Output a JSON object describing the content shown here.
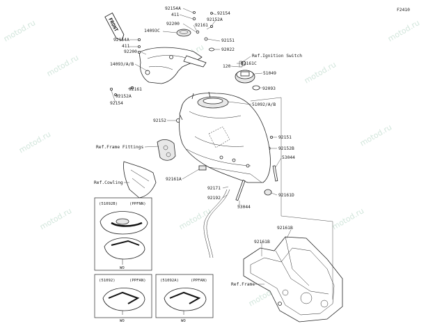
{
  "diagram": {
    "code": "F2410",
    "front_tag": "FRONT",
    "watermark": "motod.ru"
  },
  "labels": {
    "p92154A_top": "92154A",
    "p411_top": "411",
    "p92154_top": "92154",
    "p92152A_top": "92152A",
    "p92200_top": "92200",
    "p92161_top": "92161",
    "p14093C": "14093C",
    "p92154A_left": "92154A",
    "p411_left": "411",
    "p92200_left": "92200",
    "p92151_top": "92151",
    "p92022": "92022",
    "ref_ignition": "Ref.Ignition Switch",
    "p92161C": "92161C",
    "p120": "120",
    "p51049": "51049",
    "p92093": "92093",
    "p14093AB": "14093/A/B",
    "p92161_left": "92161",
    "p92152A_left": "92152A",
    "p92154_left": "92154",
    "p51092AB": "51092/A/B",
    "p92152_mid": "92152",
    "ref_frame_fittings": "Ref.Frame Fittings",
    "p92151_right": "92151",
    "p92152B": "92152B",
    "p53044_right": "53044",
    "ref_cowling": "Ref.Cowling",
    "p92161A": "92161A",
    "p92171": "92171",
    "p92192": "92192",
    "p92161D": "92161D",
    "p53044_mid": "53044",
    "p92161B_right": "92161B",
    "p92161B_mid": "92161B",
    "ref_frame": "Ref.Frame"
  },
  "insets": [
    {
      "code": "(51092B)",
      "model": "(PPFNN)",
      "footer": "WO"
    },
    {
      "code": "(51092)",
      "model": "(PPFAN)",
      "footer": "WO"
    },
    {
      "code": "(51092A)",
      "model": "(PPFAN)",
      "footer": "WO"
    }
  ]
}
